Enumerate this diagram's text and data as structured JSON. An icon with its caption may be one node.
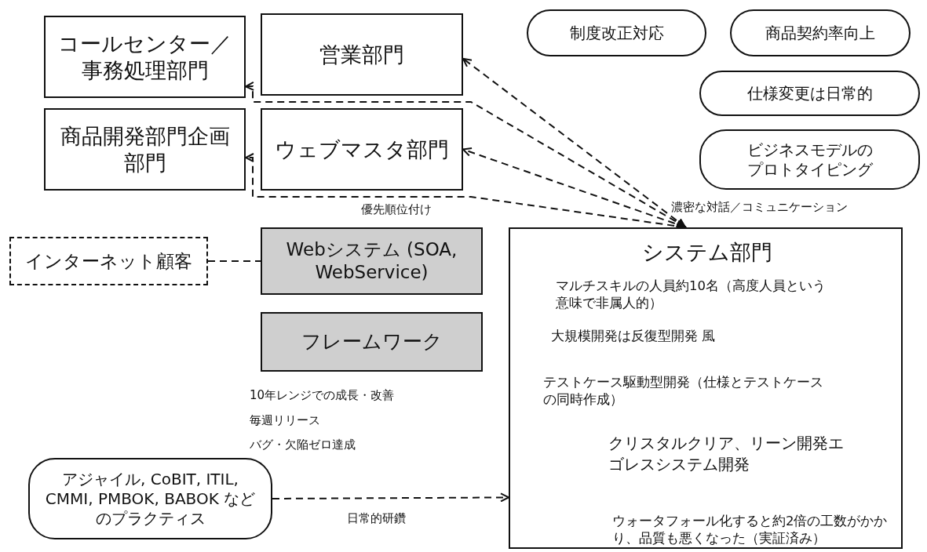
{
  "diagram": {
    "nodes": [
      {
        "text": [
          "コールセンター／事務処理部門"
        ]
      },
      {
        "text": [
          "営業部門"
        ]
      },
      {
        "text": [
          "制度改正対応"
        ]
      },
      {
        "text": [
          "商品契約率向上"
        ]
      },
      {
        "text": [
          "仕様変更は日常的"
        ]
      },
      {
        "text": [
          "商品開発部門企画部門"
        ]
      },
      {
        "text": [
          "ウェブマスタ部門"
        ]
      },
      {
        "text": [
          "ビジネスモデルのプロトタイピング"
        ]
      },
      {
        "text": [
          "インターネット顧客"
        ]
      },
      {
        "text": [
          "Webシステム (SOA, WebService)"
        ]
      },
      {
        "text": [
          "フレームワーク"
        ]
      },
      {
        "text": [
          "アジャイル, CoBIT, ITIL, CMMI,  PMBOK, BABOK などのプラクティス"
        ]
      },
      {
        "text": [
          "システム部門",
          "マルチスキルの人員約10名（高度人員という意味で非属人的）",
          "大規模開発は反復型開発 風",
          "テストケース駆動型開発（仕様とテストケースの同時作成）",
          "クリスタルクリア、リーン開発エゴレスシステム開発",
          "ウォータフォール化すると約2倍の工数がかかり、品質も悪くなった（実証済み）"
        ]
      }
    ],
    "edges": [
      {
        "from": 12,
        "to": 1,
        "arrow": "both",
        "style": "dashed"
      },
      {
        "from": 12,
        "to": 0,
        "arrow": "both",
        "style": "dashed"
      },
      {
        "from": 12,
        "to": 6,
        "arrow": "both",
        "style": "dashed"
      },
      {
        "from": 12,
        "to": 5,
        "arrow": "both",
        "style": "dashed"
      },
      {
        "from": 8,
        "to": 9,
        "arrow": "none",
        "style": "dashed"
      },
      {
        "from": 11,
        "to": 12,
        "arrow": "to",
        "style": "dashed",
        "label": "日常的研鑽"
      }
    ],
    "labels": [
      "優先順位付け",
      "濃密な対話／コミュニケーション",
      "10年レンジでの成長・改善",
      "毎週リリース",
      "バグ・欠陥ゼロ達成"
    ]
  }
}
